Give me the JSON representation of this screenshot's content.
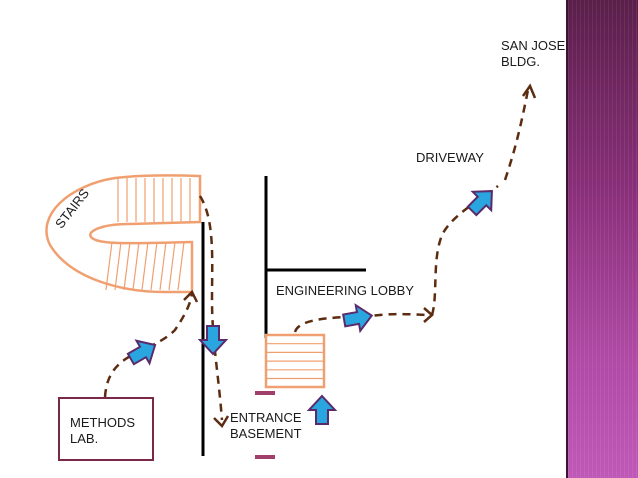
{
  "labels": {
    "san_jose": "SAN JOSE\nBLDG.",
    "driveway": "DRIVEWAY",
    "stairs": "STAIRS",
    "engineering_lobby": "ENGINEERING LOBBY",
    "entrance": "ENTRANCE\nBASEMENT",
    "methods_lab": "METHODS\nLAB."
  },
  "colors": {
    "path": "#5c2c10",
    "arrow_fill": "#29a6e0",
    "arrow_stroke": "#5a2a6a",
    "stairs": "#f0a070",
    "wall": "#000000",
    "marker": "#a0406a",
    "sidebar": "#8a2f7a"
  },
  "icons": [
    "blue-arrow-icon",
    "stairs-icon",
    "dashed-route-path"
  ]
}
